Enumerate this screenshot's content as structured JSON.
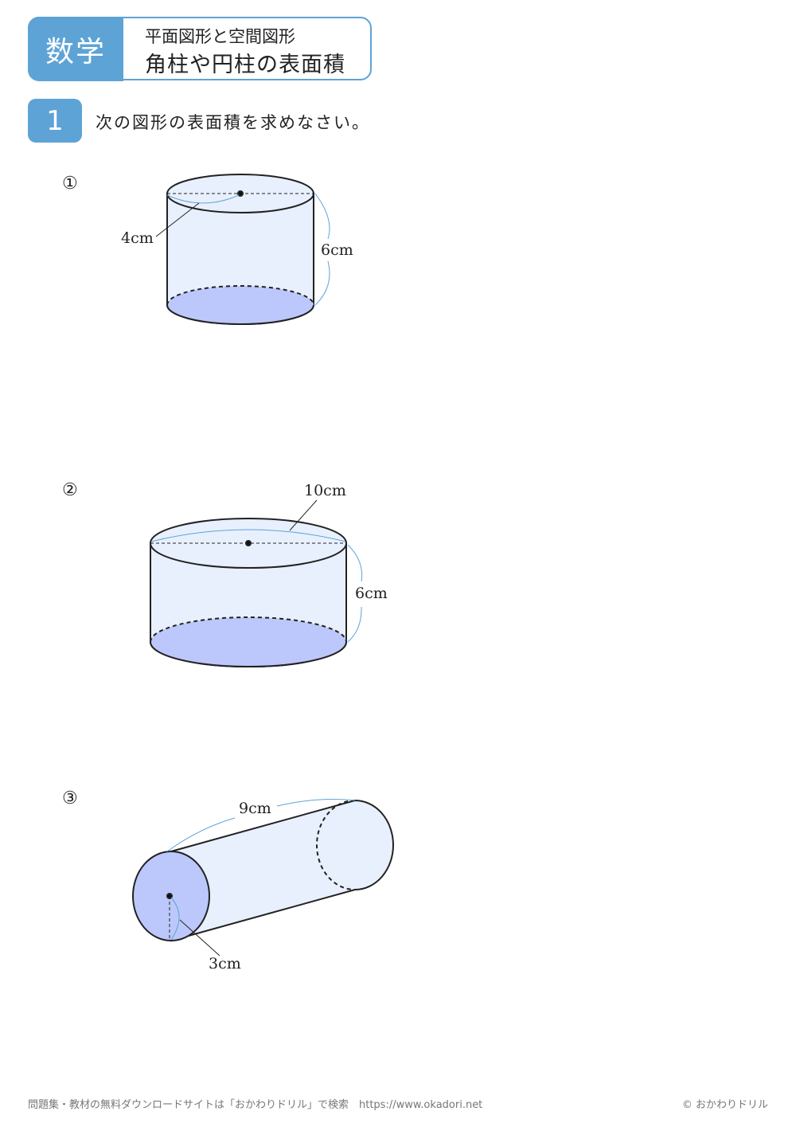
{
  "header": {
    "subject": "数学",
    "subtitle": "平面図形と空間図形",
    "title": "角柱や円柱の表面積"
  },
  "question": {
    "number": "1",
    "text": "次の図形の表面積を求めなさい。"
  },
  "problems": [
    {
      "label": "①",
      "radius": "4cm",
      "height": "6cm"
    },
    {
      "label": "②",
      "diameter": "10cm",
      "height": "6cm"
    },
    {
      "label": "③",
      "length": "9cm",
      "radius": "3cm"
    }
  ],
  "colors": {
    "accent": "#5ea3d6",
    "side": "#e8f0fd",
    "base": "#bcc8fb"
  },
  "footer": {
    "left": "問題集・教材の無料ダウンロードサイトは「おかわりドリル」で検索　https://www.okadori.net",
    "right": "© おかわりドリル"
  }
}
